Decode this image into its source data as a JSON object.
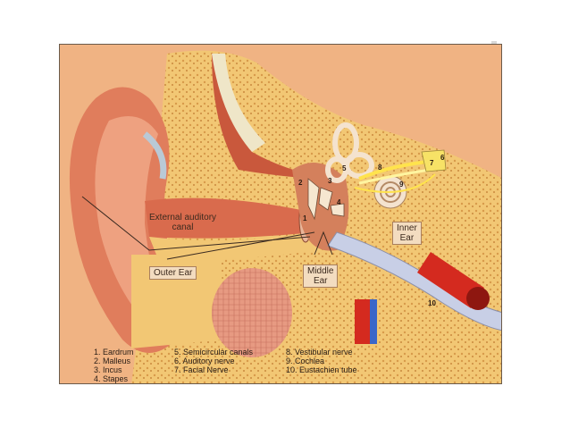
{
  "labels": {
    "external_canal": "External auditory\ncanal",
    "outer_ear": "Outer Ear",
    "middle_ear": "Middle\nEar",
    "inner_ear": "Inner\nEar"
  },
  "markers": [
    "1",
    "2",
    "3",
    "4",
    "5",
    "6",
    "7",
    "8",
    "9",
    "10"
  ],
  "legend": {
    "col1": [
      "1. Eardrum",
      "2. Malleus",
      "3. Incus",
      "4. Stapes"
    ],
    "col2": [
      "5. Semicircular canals",
      "6. Auditory nerve",
      "7. Facial Nerve"
    ],
    "col3": [
      "8. Vestibular nerve",
      "9. Cochlea",
      "10. Eustachien tube"
    ]
  },
  "colors": {
    "background": "#f0b383",
    "skin": "#e07d5c",
    "bone": "#f2c774",
    "blood": "#d42a1f"
  }
}
